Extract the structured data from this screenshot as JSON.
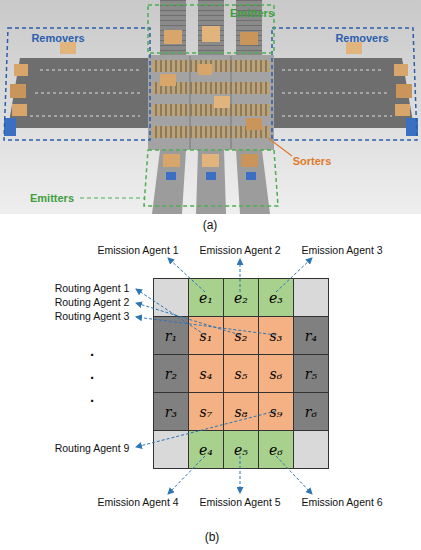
{
  "diagram": {
    "nodes": [
      {
        "text": [
          "e₁"
        ]
      },
      {
        "text": [
          "e₂"
        ]
      },
      {
        "text": [
          "e₃"
        ]
      },
      {
        "text": [
          "r₁"
        ]
      },
      {
        "text": [
          "s₁"
        ]
      },
      {
        "text": [
          "s₂"
        ]
      },
      {
        "text": [
          "s₃"
        ]
      },
      {
        "text": [
          "r₄"
        ]
      },
      {
        "text": [
          "r₂"
        ]
      },
      {
        "text": [
          "s₄"
        ]
      },
      {
        "text": [
          "s₅"
        ]
      },
      {
        "text": [
          "s₆"
        ]
      },
      {
        "text": [
          "r₅"
        ]
      },
      {
        "text": [
          "r₃"
        ]
      },
      {
        "text": [
          "s₇"
        ]
      },
      {
        "text": [
          "s₈"
        ]
      },
      {
        "text": [
          "s₉"
        ]
      },
      {
        "text": [
          "r₆"
        ]
      },
      {
        "text": [
          "e₄"
        ]
      },
      {
        "text": [
          "e₅"
        ]
      },
      {
        "text": [
          "e₆"
        ]
      }
    ],
    "labels": [
      "Emitters",
      "Removers",
      "Removers",
      "Sorters",
      "Emitters",
      "(a)",
      "Emission Agent 1",
      "Emission Agent 2",
      "Emission Agent 3",
      "Routing Agent 1",
      "Routing Agent 2",
      "Routing Agent 3",
      ".",
      ".",
      ".",
      "Routing Agent 9",
      "Emission Agent 4",
      "Emission Agent 5",
      "Emission Agent 6",
      "(b)"
    ]
  }
}
